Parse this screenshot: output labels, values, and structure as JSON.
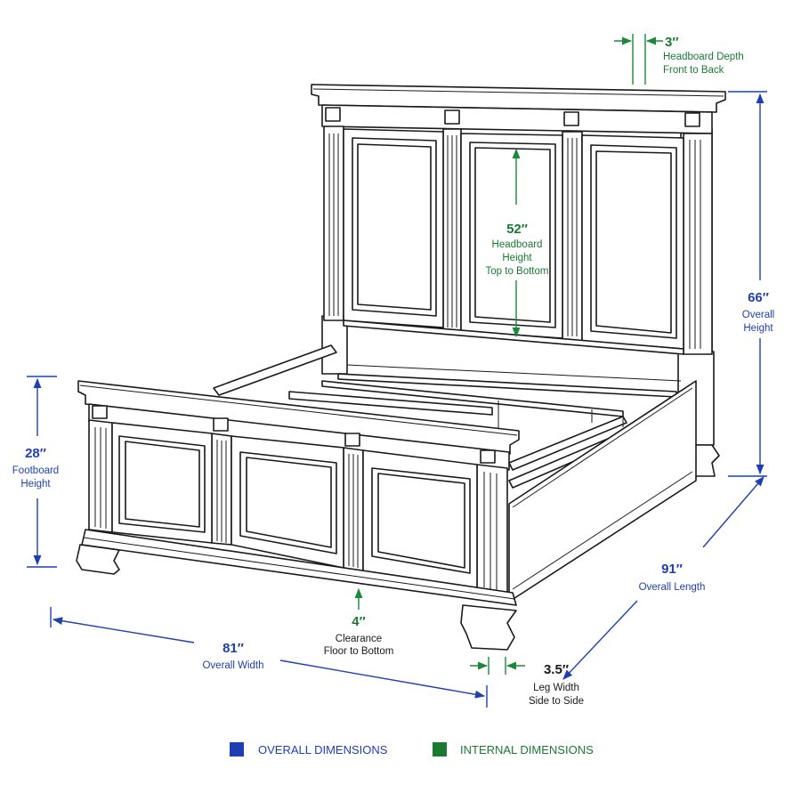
{
  "dimensions": {
    "headboard_depth": {
      "value": "3″",
      "line1": "Headboard Depth",
      "line2": "Front to Back"
    },
    "headboard_height": {
      "value": "52″",
      "line1": "Headboard",
      "line2": "Height",
      "line3": "Top to Bottom"
    },
    "overall_height": {
      "value": "66″",
      "line1": "Overall",
      "line2": "Height"
    },
    "footboard_height": {
      "value": "28″",
      "line1": "Footboard",
      "line2": "Height"
    },
    "overall_length": {
      "value": "91″",
      "line1": "Overall Length"
    },
    "clearance": {
      "value": "4″",
      "line1": "Clearance",
      "line2": "Floor to Bottom"
    },
    "overall_width": {
      "value": "81″",
      "line1": "Overall Width"
    },
    "leg_width": {
      "value": "3.5″",
      "line1": "Leg Width",
      "line2": "Side to Side"
    }
  },
  "legend": {
    "overall": {
      "label": "OVERALL DIMENSIONS",
      "color": "#1f3fb0"
    },
    "internal": {
      "label": "INTERNAL DIMENSIONS",
      "color": "#1a7a32"
    }
  }
}
